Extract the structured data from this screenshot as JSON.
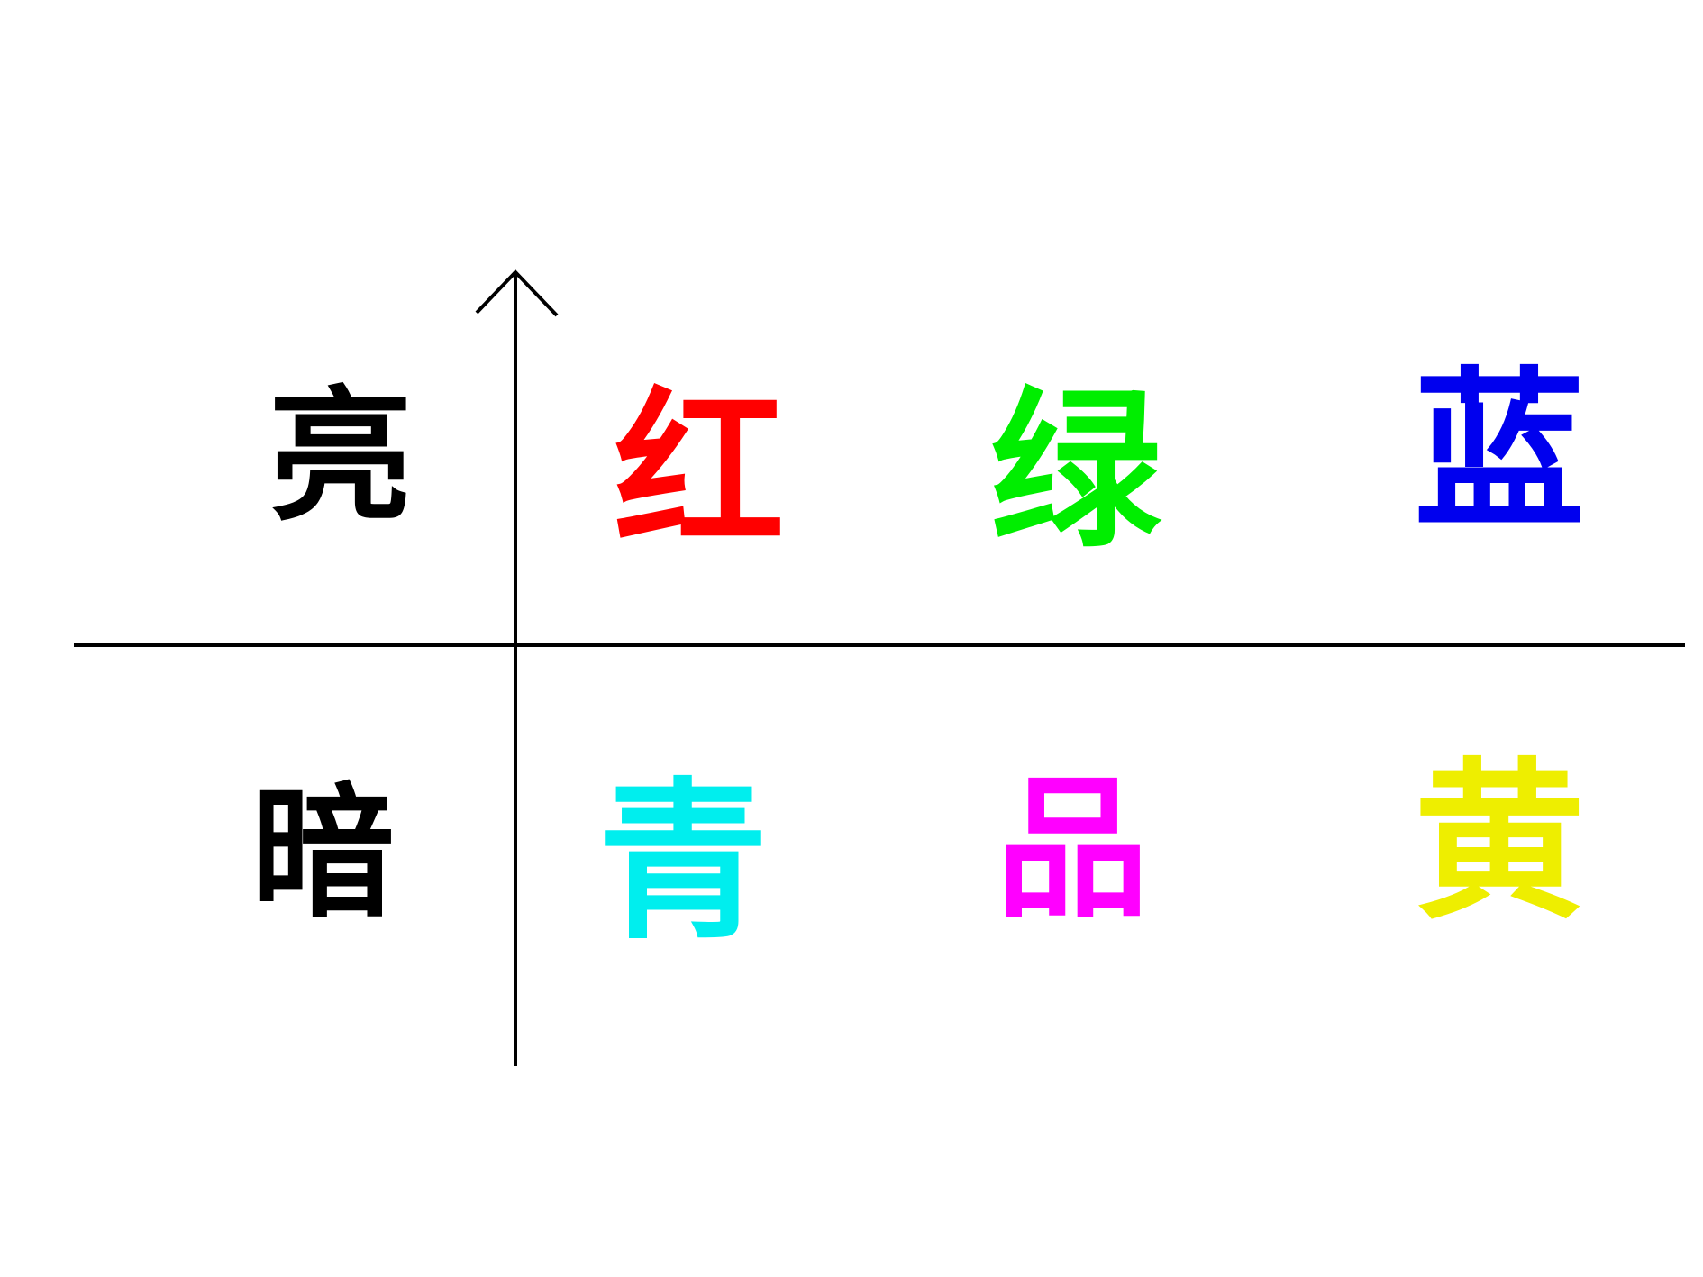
{
  "row_labels": {
    "bright": {
      "text": "亮",
      "color": "#000000"
    },
    "dark": {
      "text": "暗",
      "color": "#000000"
    }
  },
  "bright_colors": [
    {
      "text": "红",
      "color": "#ff0000"
    },
    {
      "text": "绿",
      "color": "#00ee00"
    },
    {
      "text": "蓝",
      "color": "#0000ee"
    }
  ],
  "dark_colors": [
    {
      "text": "青",
      "color": "#00eeee"
    },
    {
      "text": "品",
      "color": "#ff00ff"
    },
    {
      "text": "黄",
      "color": "#eeee00"
    }
  ],
  "axis_color": "#000000"
}
